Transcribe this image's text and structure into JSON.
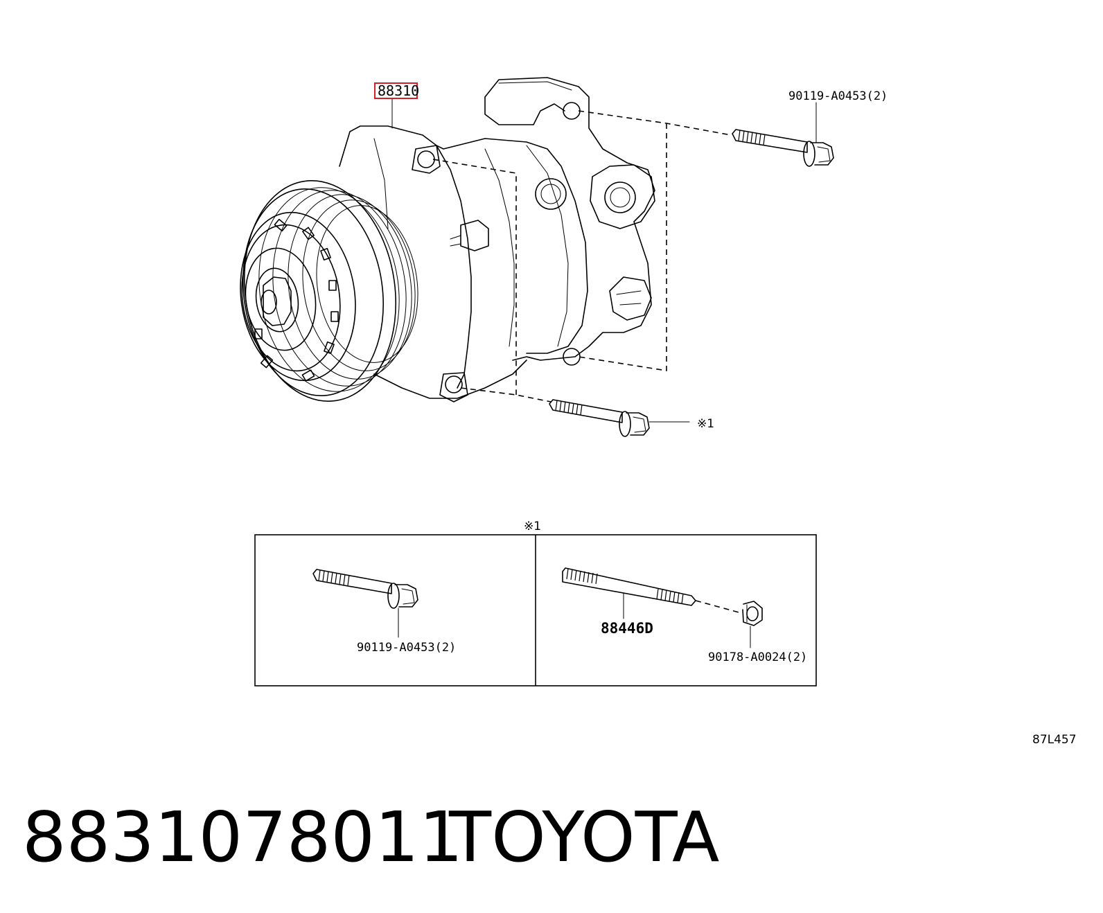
{
  "callouts": {
    "compressor": "88310",
    "top_bolt": "90119-A0453(2)",
    "ref_mark": "※1",
    "inset_ref": "※1",
    "inset_bolt": "90119-A0453(2)",
    "stud": "88446D",
    "nut": "90178-A0024(2)",
    "illustration_code": "87L457"
  },
  "footer": {
    "part_number": "8831078011",
    "brand": "TOYOTA"
  },
  "colors": {
    "highlight_box": "#d0202a",
    "line": "#000000"
  }
}
